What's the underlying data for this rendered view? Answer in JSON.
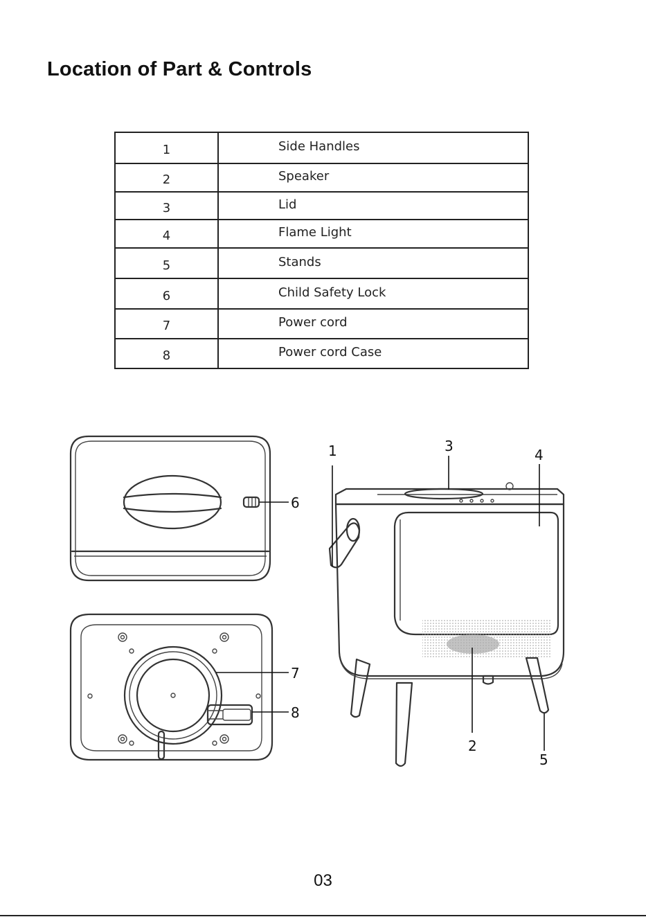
{
  "page": {
    "title": "Location of Part & Controls",
    "page_number": "03"
  },
  "parts_table": {
    "rows": [
      {
        "number": "1",
        "label": "Side Handles"
      },
      {
        "number": "2",
        "label": "Speaker"
      },
      {
        "number": "3",
        "label": "Lid"
      },
      {
        "number": "4",
        "label": "Flame Light"
      },
      {
        "number": "5",
        "label": "Stands"
      },
      {
        "number": "6",
        "label": "Child Safety Lock"
      },
      {
        "number": "7",
        "label": "Power cord"
      },
      {
        "number": "8",
        "label": "Power cord Case"
      }
    ]
  },
  "diagram": {
    "callouts": [
      "1",
      "2",
      "3",
      "4",
      "5",
      "6",
      "7",
      "8"
    ]
  }
}
